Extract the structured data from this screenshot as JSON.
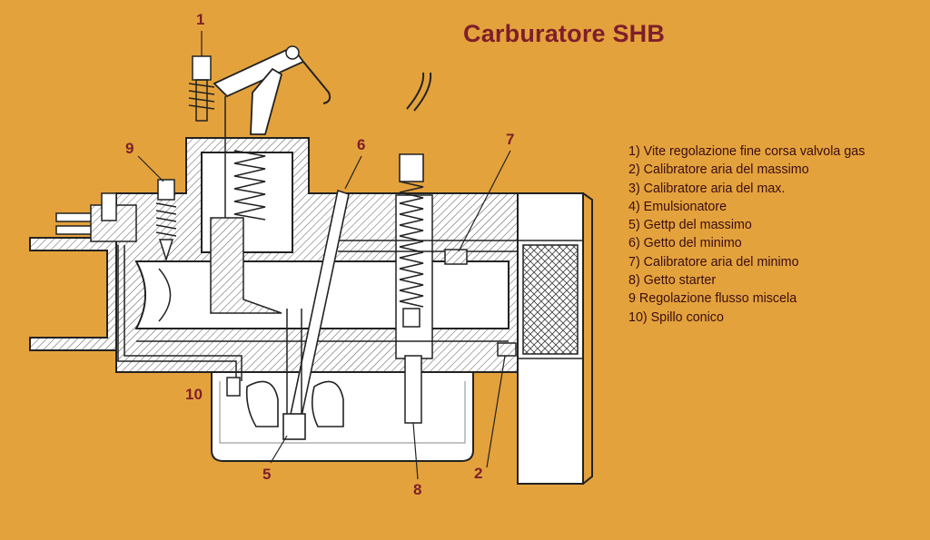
{
  "title": "Carburatore SHB",
  "legend": [
    "1) Vite regolazione fine corsa valvola gas",
    "2) Calibratore aria del massimo",
    "3) Calibratore aria del max.",
    "4) Emulsionatore",
    "5) Gettp del massimo",
    "6) Getto del minimo",
    "7) Calibratore aria del minimo",
    "8) Getto starter",
    "9 Regolazione flusso miscela",
    "10) Spillo conico"
  ],
  "callouts": {
    "c1": "1",
    "c9": "9",
    "c6": "6",
    "c7": "7",
    "c10": "10",
    "c5": "5",
    "c8": "8",
    "c2": "2"
  },
  "colors": {
    "background": "#E4A23C",
    "title": "#7E1E2A",
    "callout": "#7E1E2A",
    "drawing_fill": "#FFFFFF",
    "drawing_line": "#222222"
  }
}
